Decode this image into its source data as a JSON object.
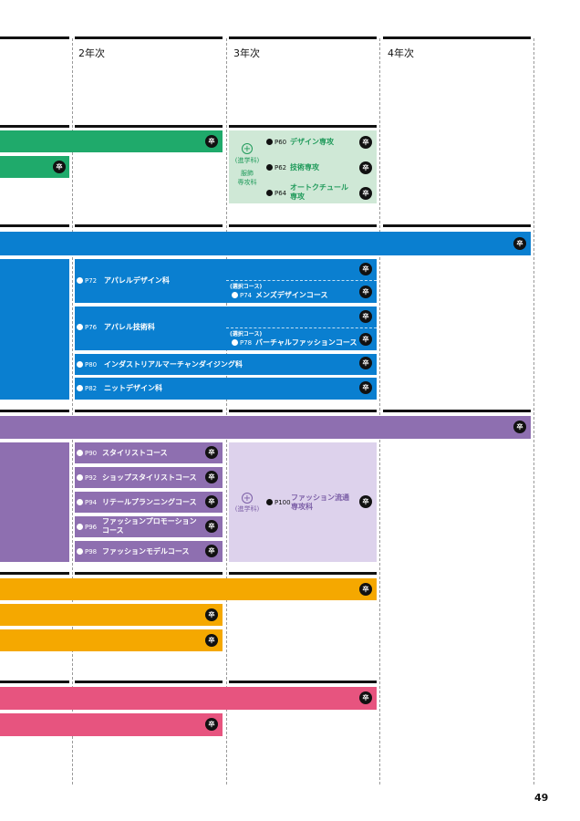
{
  "header": {
    "years": [
      "2年次",
      "3年次",
      "4年次"
    ]
  },
  "grad_label": "卒",
  "page_number": "49",
  "green": {
    "senkoka": {
      "plus": "+",
      "kind": "(進学科)",
      "name_l1": "服飾",
      "name_l2": "専攻科"
    },
    "courses": [
      {
        "ref": "P60",
        "name": "デザイン専攻"
      },
      {
        "ref": "P62",
        "name": "技術専攻"
      },
      {
        "ref": "P64",
        "name_l1": "オートクチュール",
        "name_l2": "専攻"
      }
    ]
  },
  "blue": {
    "apparel_design": {
      "ref": "P72",
      "name": "アパレルデザイン科",
      "sub_tag": "(選択コース)",
      "sub_ref": "P74",
      "sub_name": "メンズデザインコース"
    },
    "apparel_tech": {
      "ref": "P76",
      "name": "アパレル技術科",
      "sub_tag": "(選択コース)",
      "sub_ref": "P78",
      "sub_name": "バーチャルファッションコース"
    },
    "industrial": {
      "ref": "P80",
      "name": "インダストリアルマーチャンダイジング科"
    },
    "knit": {
      "ref": "P82",
      "name": "ニットデザイン科"
    }
  },
  "purple": {
    "courses": [
      {
        "ref": "P90",
        "name": "スタイリストコース"
      },
      {
        "ref": "P92",
        "name": "ショップスタイリストコース"
      },
      {
        "ref": "P94",
        "name": "リテールプランニングコース"
      },
      {
        "ref": "P96",
        "name_l1": "ファッションプロモーション",
        "name_l2": "コース"
      },
      {
        "ref": "P98",
        "name": "ファッションモデルコース"
      }
    ],
    "senkoka": {
      "plus": "+",
      "kind": "(進学科)",
      "ref": "P100",
      "name_l1": "ファッション流通",
      "name_l2": "専攻科"
    }
  },
  "colors": {
    "green": "#1faa6b",
    "green_light": "#cfe8d6",
    "blue": "#0a7fd0",
    "purple": "#8e6fb0",
    "purple_light": "#ddd2ec",
    "orange": "#f5a800",
    "pink": "#e7547f"
  }
}
